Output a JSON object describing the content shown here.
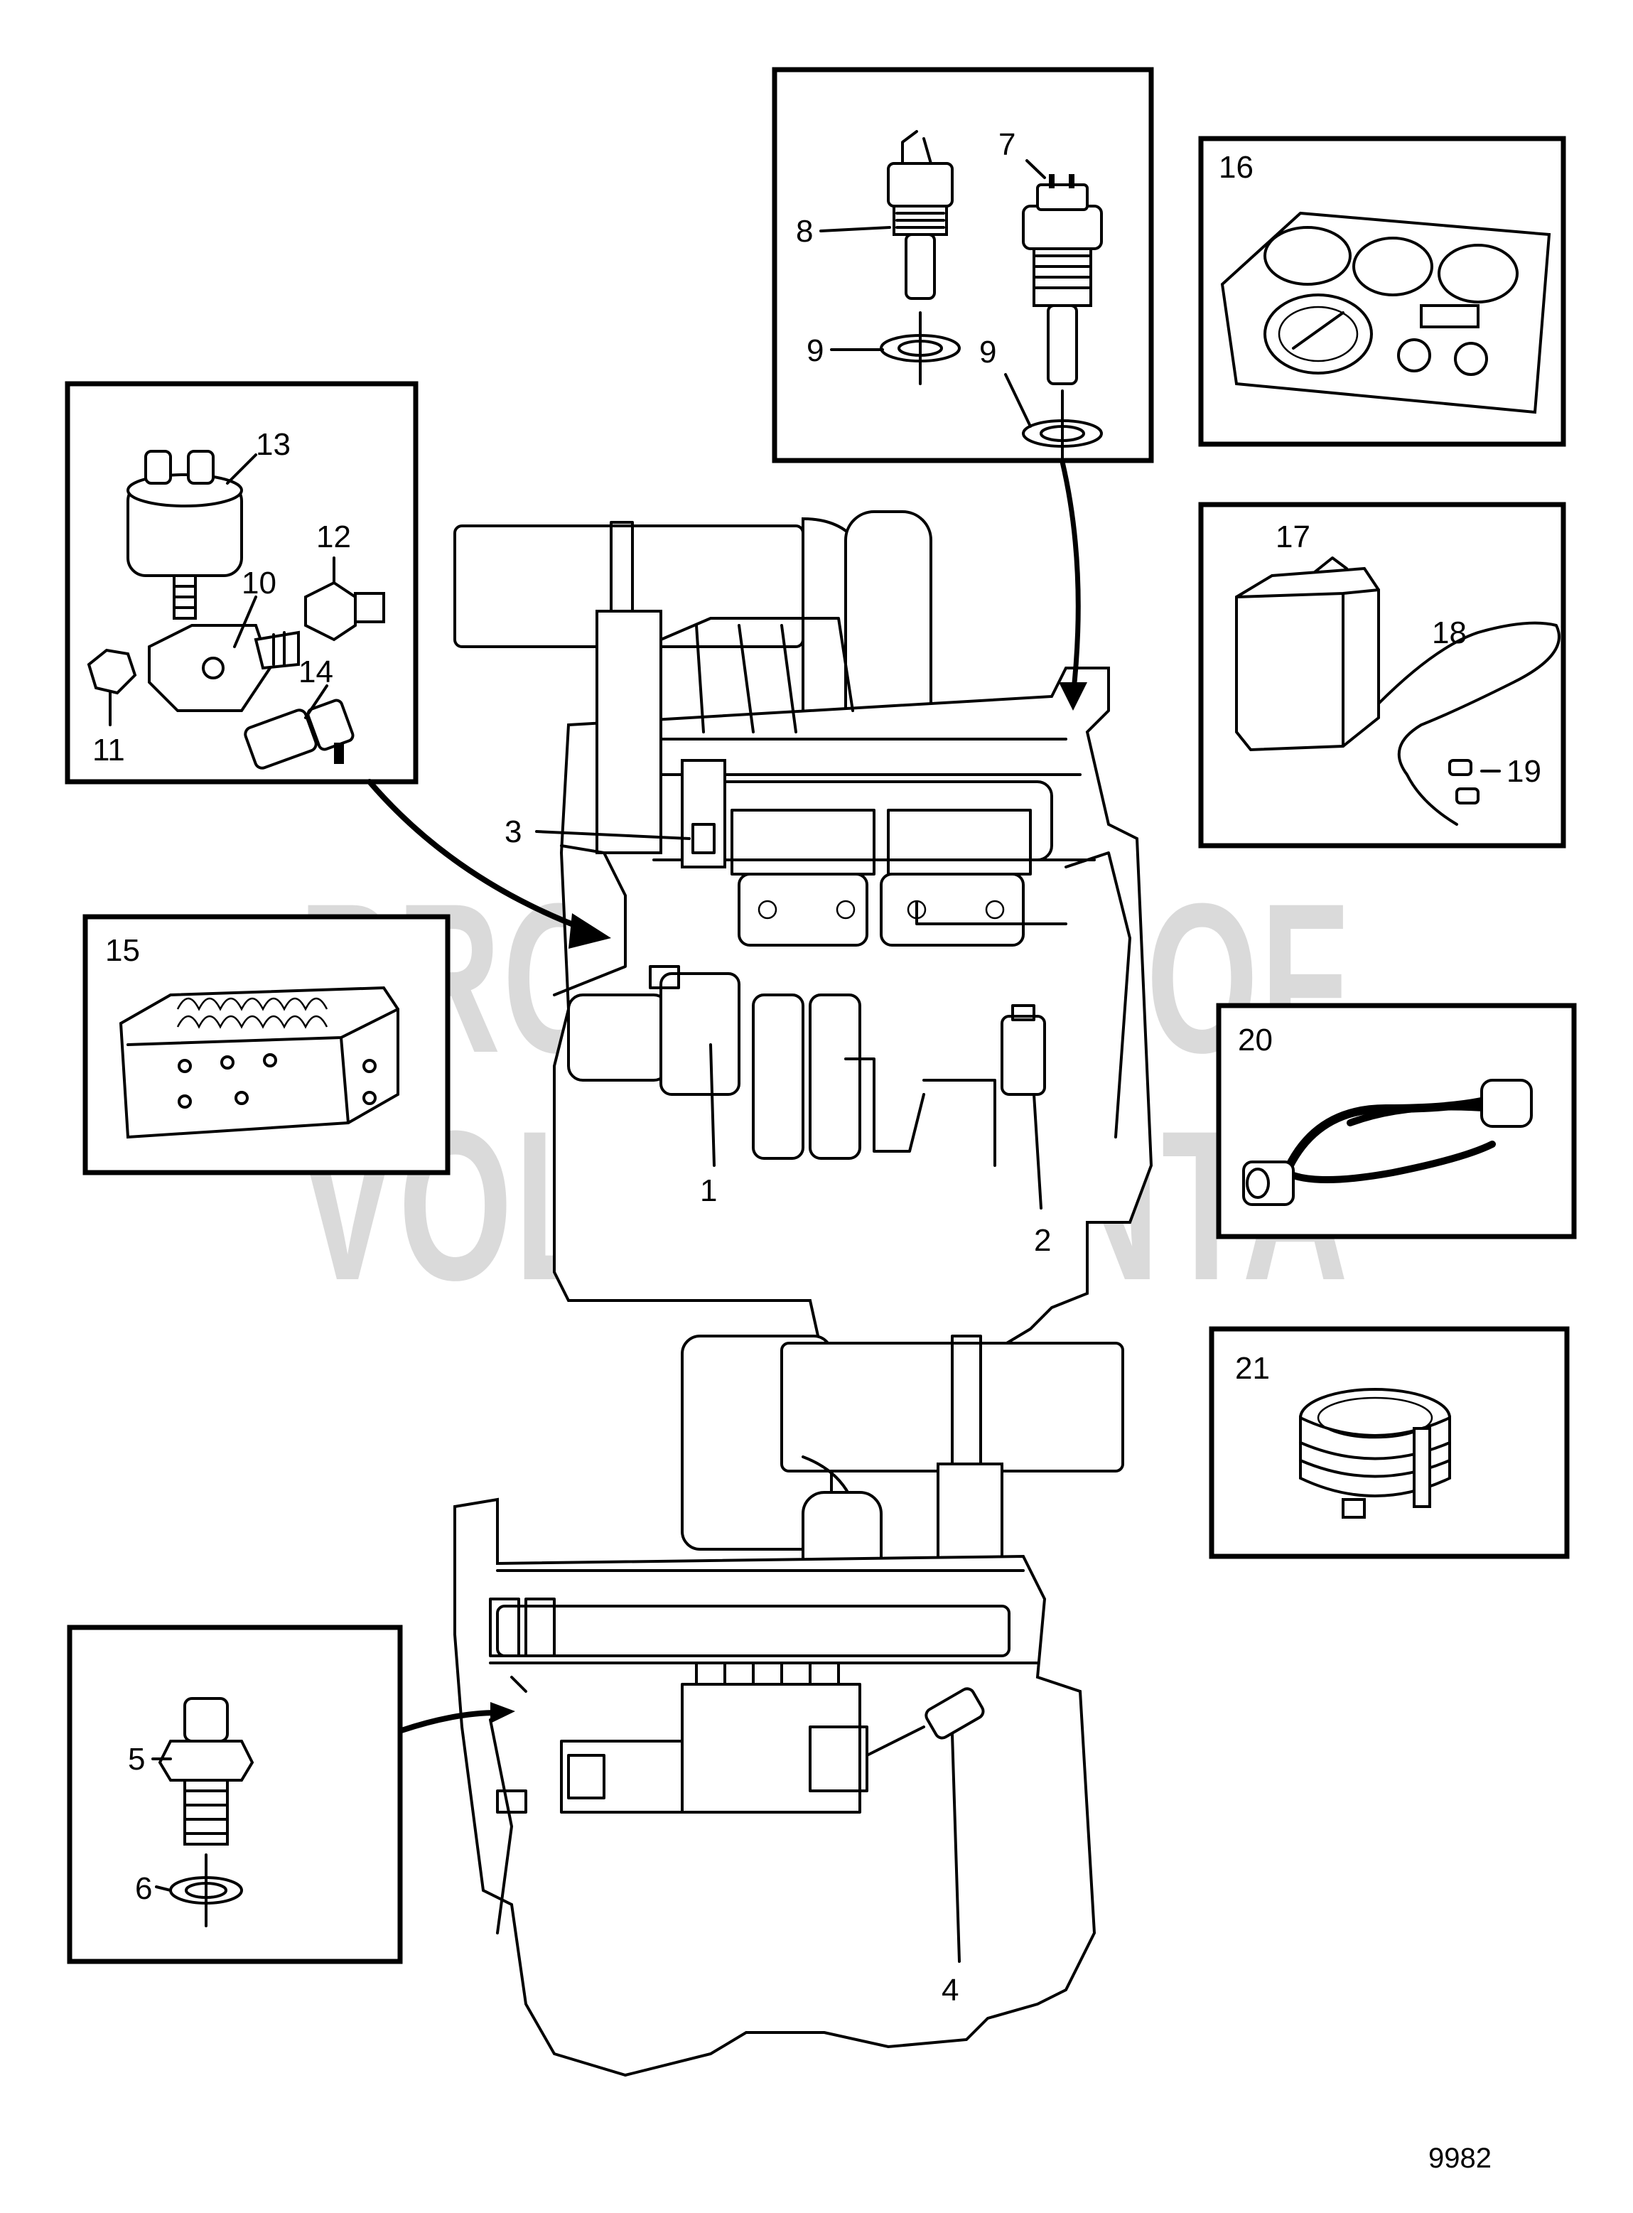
{
  "watermark": {
    "line1": "PROPERTY OF",
    "line2": "VOLVO PENTA"
  },
  "figure_number": "9982",
  "callouts": {
    "c1": "1",
    "c2": "2",
    "c3": "3",
    "c4": "4",
    "c5": "5",
    "c6": "6",
    "c7": "7",
    "c8": "8",
    "c9a": "9",
    "c9b": "9",
    "c10": "10",
    "c11": "11",
    "c12": "12",
    "c13": "13",
    "c14": "14",
    "c15": "15",
    "c16": "16",
    "c17": "17",
    "c18": "18",
    "c19": "19",
    "c20": "20",
    "c21": "21"
  },
  "colors": {
    "line": "#000000",
    "background": "#ffffff",
    "watermark": "#d4d4d4"
  }
}
